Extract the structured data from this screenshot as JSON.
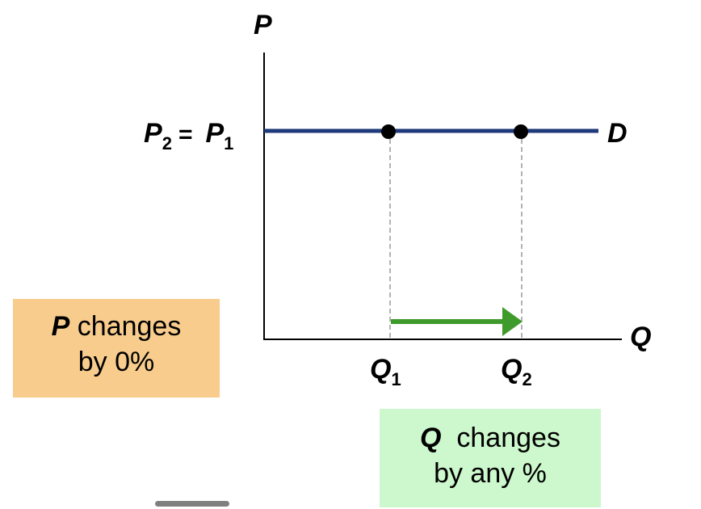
{
  "axes": {
    "y_label": "P",
    "x_label": "Q"
  },
  "price_label": {
    "left_symbol": "P",
    "left_sub": "2",
    "equals": "=",
    "right_symbol": "P",
    "right_sub": "1"
  },
  "curve_label": "D",
  "quantity_labels": [
    {
      "symbol": "Q",
      "sub": "1"
    },
    {
      "symbol": "Q",
      "sub": "2"
    }
  ],
  "price_change_box": {
    "emphasis": "P",
    "line1_rest": " changes",
    "line2": "by 0%"
  },
  "quantity_change_box": {
    "emphasis": "Q",
    "line1_rest": "  changes",
    "line2": "by any %"
  },
  "colors": {
    "demand_line": "#1f3a7a",
    "arrow": "#3f9a2c",
    "price_box": "#f8cc8c",
    "quantity_box": "#cdf7cc",
    "guide_lines": "#9a9a9a",
    "points": "#000000"
  }
}
